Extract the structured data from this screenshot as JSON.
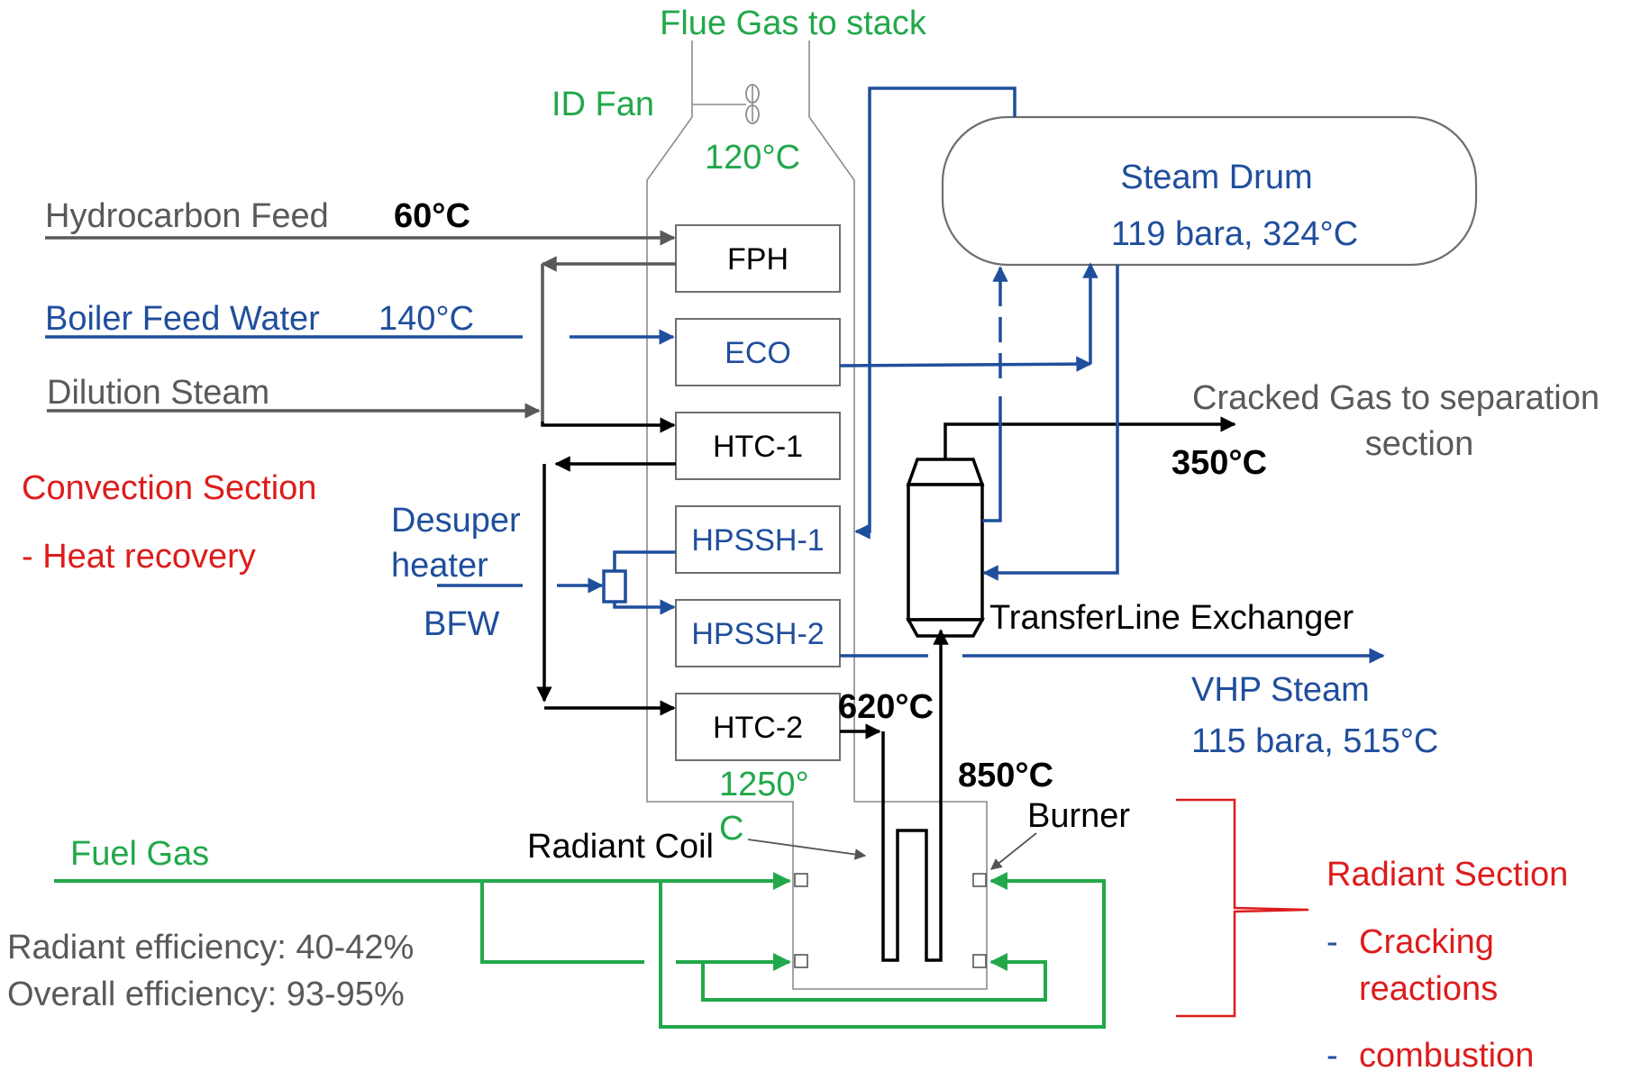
{
  "colors": {
    "flue_gas": "#22a84a",
    "water_steam": "#1f4e9c",
    "section_label": "#dd1c1c",
    "feed_dilution": "#595959",
    "process_gas": "#000000",
    "casing": "#6e6e6e"
  },
  "labels": {
    "flue_gas": "Flue Gas to stack",
    "id_fan": "ID Fan",
    "temp_stack": "120°C",
    "hydrocarbon_feed": "Hydrocarbon Feed",
    "hc_feed_temp": "60°C",
    "bfw": "Boiler Feed Water",
    "bfw_temp": "140°C",
    "dilution_steam": "Dilution Steam",
    "convection_section": "Convection Section",
    "heat_recovery": "- Heat recovery",
    "desuperheater_1": "Desuper",
    "desuperheater_2": "heater",
    "desuper_bfw": "BFW",
    "steam_drum": "Steam Drum",
    "steam_drum_cond": "119 bara, 324°C",
    "cracked_gas_1": "Cracked Gas to separation",
    "cracked_gas_2": "section",
    "temp_350": "350°C",
    "tle": "TransferLine Exchanger",
    "vhp_steam": "VHP Steam",
    "vhp_cond": "115 bara, 515°C",
    "temp_620": "620°C",
    "temp_850": "850°C",
    "temp_firebox_1": "1250°",
    "temp_firebox_2": "C",
    "burner": "Burner",
    "radiant_coil": "Radiant Coil",
    "fuel_gas": "Fuel Gas",
    "radiant_eff": "Radiant efficiency: 40-42%",
    "overall_eff": "Overall efficiency:  93-95%",
    "radiant_section": "Radiant Section",
    "bullet_dash_1": "-",
    "cracking_1": "Cracking",
    "cracking_2": "reactions",
    "bullet_dash_2": "-",
    "combustion": "combustion"
  },
  "coils": {
    "fph": "FPH",
    "eco": "ECO",
    "htc1": "HTC-1",
    "hpssh1": "HPSSH-1",
    "hpssh2": "HPSSH-2",
    "htc2": "HTC-2"
  }
}
